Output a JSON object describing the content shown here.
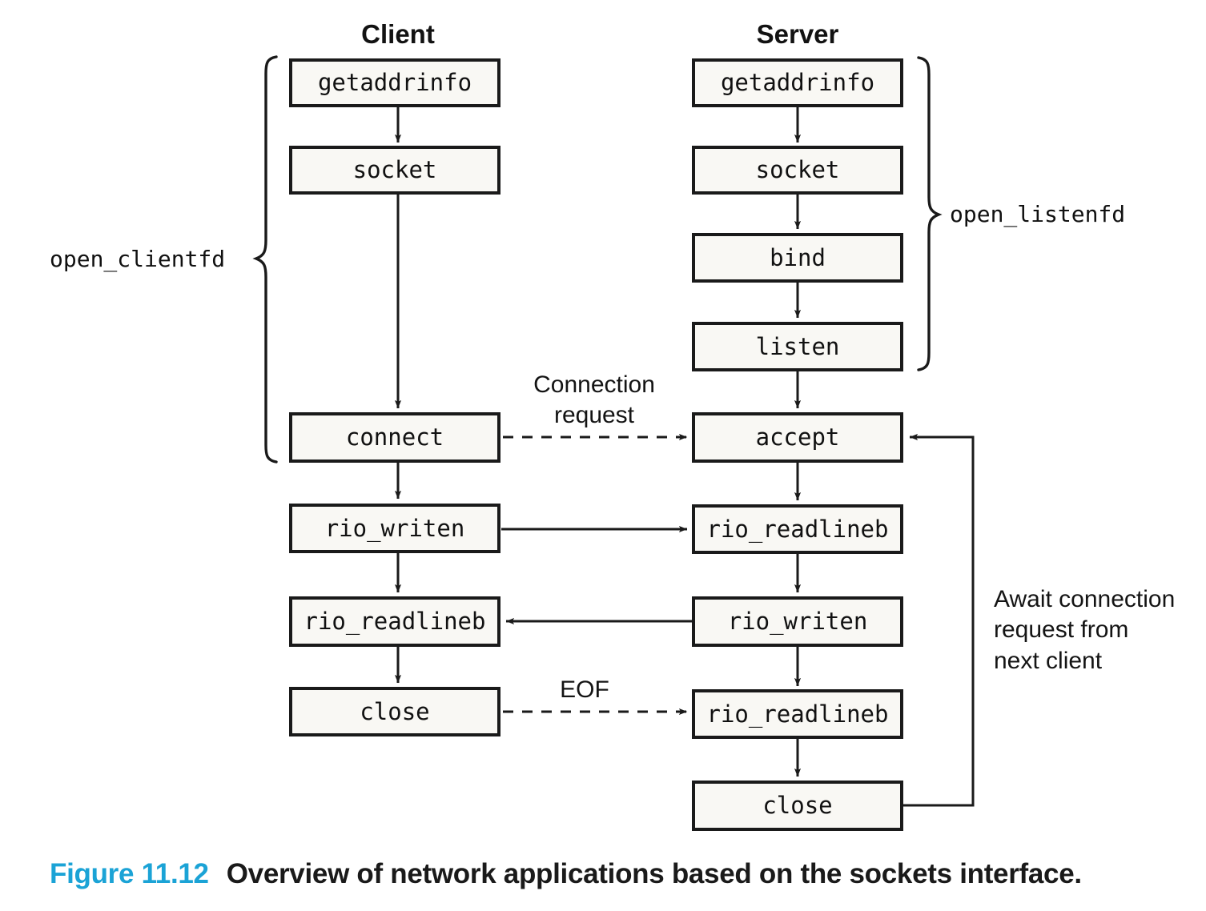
{
  "figure": {
    "number_label": "Figure 11.12",
    "caption_text": "Overview of network applications based on the sockets interface.",
    "accent_color": "#1ba3d6",
    "box_fill": "#f9f8f4",
    "line_color": "#1a1a1a"
  },
  "columns": {
    "client_header": "Client",
    "server_header": "Server"
  },
  "client_nodes": [
    {
      "id": "client-getaddrinfo",
      "label": "getaddrinfo"
    },
    {
      "id": "client-socket",
      "label": "socket"
    },
    {
      "id": "client-connect",
      "label": "connect"
    },
    {
      "id": "client-rio-writen",
      "label": "rio_writen"
    },
    {
      "id": "client-rio-readlineb",
      "label": "rio_readlineb"
    },
    {
      "id": "client-close",
      "label": "close"
    }
  ],
  "server_nodes": [
    {
      "id": "server-getaddrinfo",
      "label": "getaddrinfo"
    },
    {
      "id": "server-socket",
      "label": "socket"
    },
    {
      "id": "server-bind",
      "label": "bind"
    },
    {
      "id": "server-listen",
      "label": "listen"
    },
    {
      "id": "server-accept",
      "label": "accept"
    },
    {
      "id": "server-rio-readlineb-1",
      "label": "rio_readlineb"
    },
    {
      "id": "server-rio-writen",
      "label": "rio_writen"
    },
    {
      "id": "server-rio-readlineb-2",
      "label": "rio_readlineb"
    },
    {
      "id": "server-close",
      "label": "close"
    }
  ],
  "brace_labels": {
    "client_group": "open_clientfd",
    "server_group": "open_listenfd"
  },
  "edge_labels": {
    "connection_request": "Connection\nrequest",
    "eof": "EOF",
    "await_next": "Await connection\nrequest from\nnext client"
  }
}
